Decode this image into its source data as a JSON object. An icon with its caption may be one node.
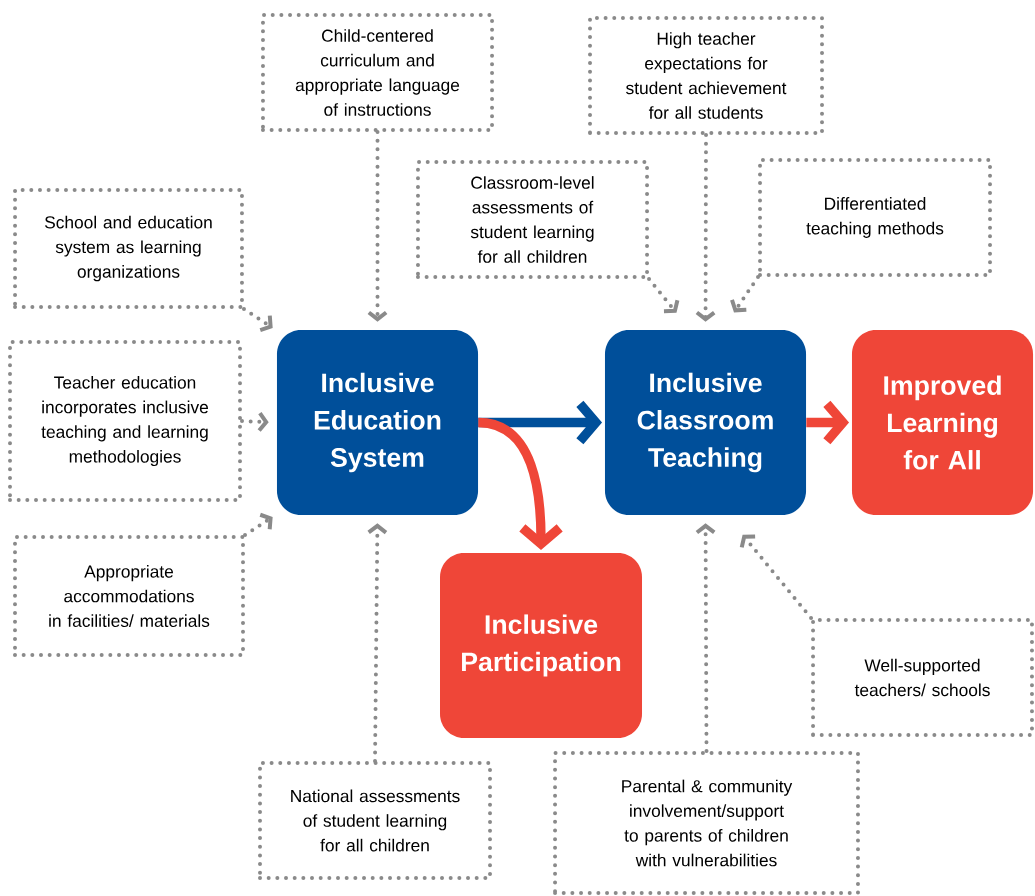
{
  "diagram": {
    "nodes": [
      {
        "text": [
          "Child-centered curriculum and appropriate language of instructions"
        ]
      },
      {
        "text": [
          "High teacher expectations for student achievement for all students"
        ]
      },
      {
        "text": [
          "School and education system as learning organizations"
        ]
      },
      {
        "text": [
          "Classroom-level assessments of student learning for all children"
        ]
      },
      {
        "text": [
          "Differentiated teaching methods"
        ]
      },
      {
        "text": [
          "Teacher education incorporates inclusive teaching and learning methodologies"
        ]
      },
      {
        "text": [
          "Inclusive Education System"
        ]
      },
      {
        "text": [
          "Inclusive Classroom Teaching"
        ]
      },
      {
        "text": [
          "Improved Learning for All"
        ]
      },
      {
        "text": [
          "Appropriate accommodations in facilities/ materials"
        ]
      },
      {
        "text": [
          "Inclusive Participation"
        ]
      },
      {
        "text": [
          "Well-supported teachers/ schools"
        ]
      },
      {
        "text": [
          "National assessments of student learning for all children"
        ]
      },
      {
        "text": [
          "Parental & community involvement/support to parents of children with vulnerabilities"
        ]
      }
    ],
    "edges": [
      {
        "from": 0,
        "to": 6,
        "arrow": "to",
        "style": "dashed"
      },
      {
        "from": 2,
        "to": 6,
        "arrow": "to",
        "style": "dashed"
      },
      {
        "from": 5,
        "to": 6,
        "arrow": "to",
        "style": "dashed"
      },
      {
        "from": 9,
        "to": 6,
        "arrow": "to",
        "style": "dashed"
      },
      {
        "from": 12,
        "to": 6,
        "arrow": "to",
        "style": "dashed"
      },
      {
        "from": 6,
        "to": 7,
        "arrow": "to",
        "style": "thick",
        "color": "#004f9a"
      },
      {
        "from": 6,
        "to": 10,
        "arrow": "to",
        "style": "thick",
        "color": "#ef4638"
      },
      {
        "from": 7,
        "to": 8,
        "arrow": "to",
        "style": "thick",
        "color": "#ef4638"
      },
      {
        "from": 3,
        "to": 7,
        "arrow": "to",
        "style": "dashed"
      },
      {
        "from": 1,
        "to": 7,
        "arrow": "to",
        "style": "dashed"
      },
      {
        "from": 4,
        "to": 7,
        "arrow": "to",
        "style": "dashed"
      },
      {
        "from": 11,
        "to": 7,
        "arrow": "to",
        "style": "dashed"
      },
      {
        "from": 13,
        "to": 7,
        "arrow": "to",
        "style": "dashed"
      }
    ]
  }
}
